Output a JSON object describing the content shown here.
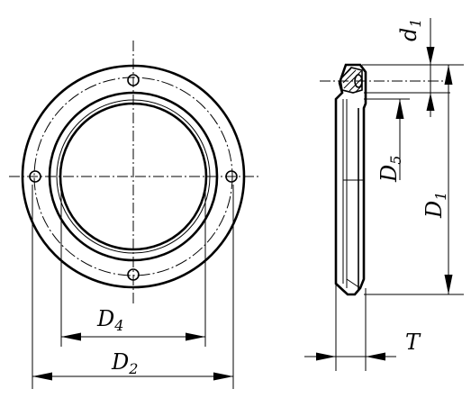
{
  "drawing": {
    "dimension_labels": {
      "d1": {
        "main": "d",
        "sub": "1"
      },
      "D5": {
        "main": "D",
        "sub": "5"
      },
      "D1": {
        "main": "D",
        "sub": "1"
      },
      "D4": {
        "main": "D",
        "sub": "4"
      },
      "D2": {
        "main": "D",
        "sub": "2"
      },
      "T": {
        "main": "T"
      }
    }
  }
}
